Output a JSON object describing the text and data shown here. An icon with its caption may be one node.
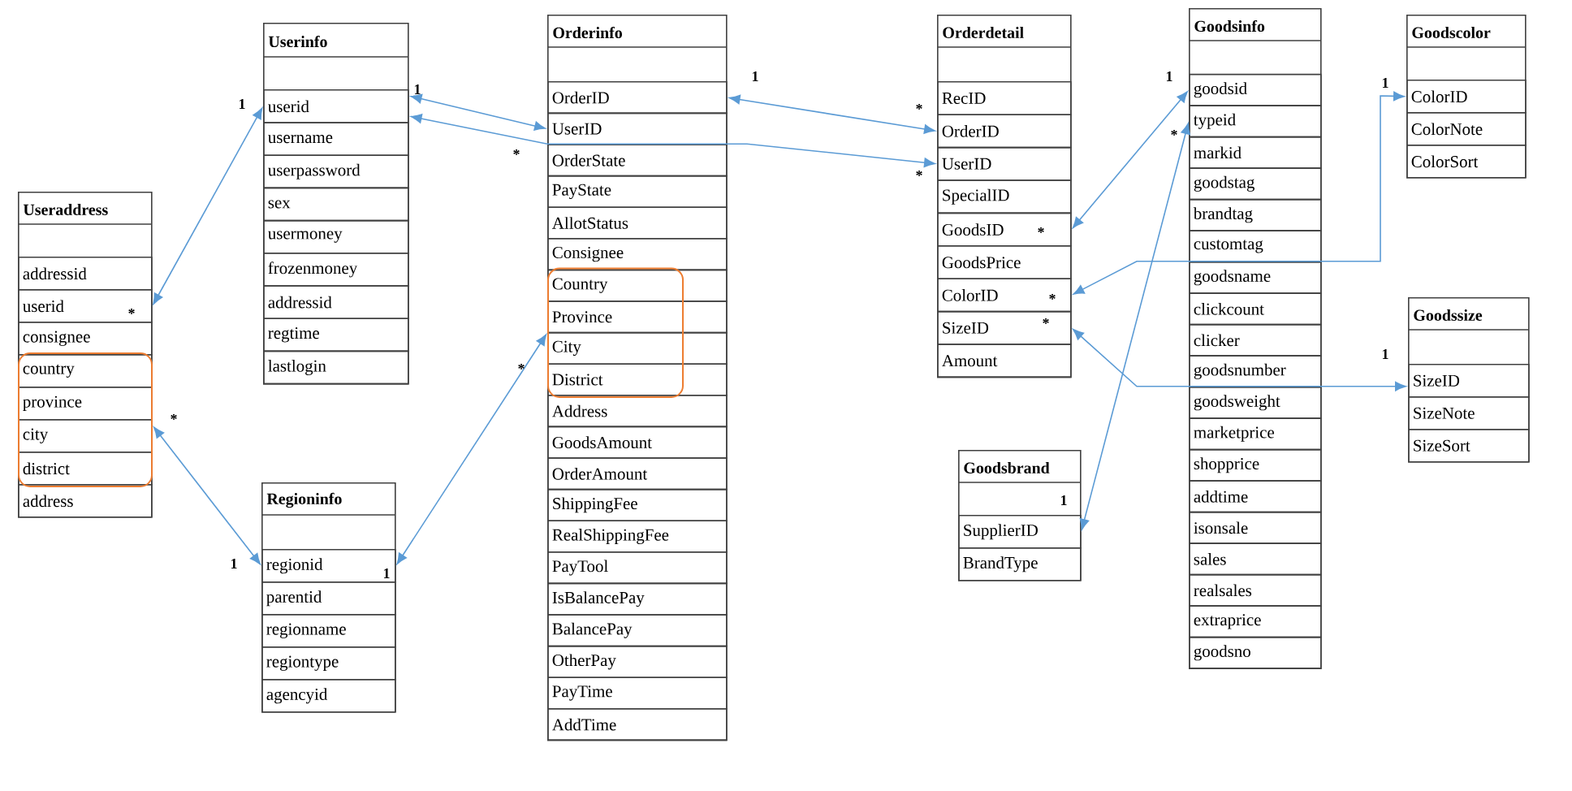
{
  "diagram": {
    "nodes": [
      {
        "text": [
          "Useraddress"
        ]
      },
      {
        "text": [
          "addressid"
        ],
        "in": 0
      },
      {
        "text": [
          "userid"
        ],
        "in": 0
      },
      {
        "text": [
          "consignee"
        ],
        "in": 0
      },
      {
        "text": [],
        "shape": "box",
        "in": 0
      },
      {
        "text": [
          "country"
        ],
        "in": 4
      },
      {
        "text": [
          "province"
        ],
        "in": 4
      },
      {
        "text": [
          "city"
        ],
        "in": 4
      },
      {
        "text": [
          "district"
        ],
        "in": 4
      },
      {
        "text": [
          "address"
        ],
        "in": 0
      },
      {
        "text": [
          "Userinfo"
        ]
      },
      {
        "text": [
          "userid"
        ],
        "in": 10
      },
      {
        "text": [
          "username"
        ],
        "in": 10
      },
      {
        "text": [
          "userpassword"
        ],
        "in": 10
      },
      {
        "text": [
          "sex"
        ],
        "in": 10
      },
      {
        "text": [
          "usermoney"
        ],
        "in": 10
      },
      {
        "text": [
          "frozenmoney"
        ],
        "in": 10
      },
      {
        "text": [
          "addressid"
        ],
        "in": 10
      },
      {
        "text": [
          "regtime"
        ],
        "in": 10
      },
      {
        "text": [
          "lastlogin"
        ],
        "in": 10
      },
      {
        "text": [
          "Regioninfo"
        ]
      },
      {
        "text": [
          "regionid"
        ],
        "in": 20
      },
      {
        "text": [
          "parentid"
        ],
        "in": 20
      },
      {
        "text": [
          "regionname"
        ],
        "in": 20
      },
      {
        "text": [
          "regiontype"
        ],
        "in": 20
      },
      {
        "text": [
          "agencyid"
        ],
        "in": 20
      },
      {
        "text": [
          "Orderinfo"
        ]
      },
      {
        "text": [
          "OrderID"
        ],
        "in": 26
      },
      {
        "text": [
          "UserID"
        ],
        "in": 26
      },
      {
        "text": [
          "OrderState"
        ],
        "in": 26
      },
      {
        "text": [
          "PayState"
        ],
        "in": 26
      },
      {
        "text": [
          "AllotStatus"
        ],
        "in": 26
      },
      {
        "text": [
          "Consignee"
        ],
        "in": 26
      },
      {
        "text": [],
        "shape": "box",
        "in": 26
      },
      {
        "text": [
          "Country"
        ],
        "in": 26
      },
      {
        "text": [
          "Province"
        ],
        "in": 26
      },
      {
        "text": [
          "City"
        ],
        "in": 26
      },
      {
        "text": [
          "District"
        ],
        "in": 26
      },
      {
        "text": [
          "Address"
        ],
        "in": 26
      },
      {
        "text": [
          "GoodsAmount"
        ],
        "in": 26
      },
      {
        "text": [
          "OrderAmount"
        ],
        "in": 26
      },
      {
        "text": [
          "ShippingFee"
        ],
        "in": 26
      },
      {
        "text": [
          "RealShippingFee"
        ],
        "in": 26
      },
      {
        "text": [
          "PayTool"
        ],
        "in": 26
      },
      {
        "text": [
          "IsBalancePay"
        ],
        "in": 26
      },
      {
        "text": [
          "BalancePay"
        ],
        "in": 26
      },
      {
        "text": [
          "OtherPay"
        ],
        "in": 26
      },
      {
        "text": [
          "PayTime"
        ],
        "in": 26
      },
      {
        "text": [
          "AddTime"
        ],
        "in": 26
      },
      {
        "text": [
          "Orderdetail"
        ]
      },
      {
        "text": [
          "RecID"
        ],
        "in": 49
      },
      {
        "text": [
          "OrderID"
        ],
        "in": 49
      },
      {
        "text": [
          "UserID"
        ],
        "in": 49
      },
      {
        "text": [
          "SpecialID"
        ],
        "in": 49
      },
      {
        "text": [
          "GoodsID"
        ],
        "in": 49
      },
      {
        "text": [
          "GoodsPrice"
        ],
        "in": 49
      },
      {
        "text": [
          "ColorID"
        ],
        "in": 49
      },
      {
        "text": [
          "SizeID"
        ],
        "in": 49
      },
      {
        "text": [
          "Amount"
        ],
        "in": 49
      },
      {
        "text": [
          "Goodsinfo"
        ]
      },
      {
        "text": [
          "goodsid"
        ],
        "in": 59
      },
      {
        "text": [
          "typeid"
        ],
        "in": 59
      },
      {
        "text": [
          "markid"
        ],
        "in": 59
      },
      {
        "text": [
          "goodstag"
        ],
        "in": 59
      },
      {
        "text": [
          "brandtag"
        ],
        "in": 59
      },
      {
        "text": [
          "customtag"
        ],
        "in": 59
      },
      {
        "text": [
          "goodsname"
        ],
        "in": 59
      },
      {
        "text": [
          "clickcount"
        ],
        "in": 59
      },
      {
        "text": [
          "clicker"
        ],
        "in": 59
      },
      {
        "text": [
          "goodsnumber"
        ],
        "in": 59
      },
      {
        "text": [
          "goodsweight"
        ],
        "in": 59
      },
      {
        "text": [
          "marketprice"
        ],
        "in": 59
      },
      {
        "text": [
          "shopprice"
        ],
        "in": 59
      },
      {
        "text": [
          "addtime"
        ],
        "in": 59
      },
      {
        "text": [
          "isonsale"
        ],
        "in": 59
      },
      {
        "text": [
          "sales"
        ],
        "in": 59
      },
      {
        "text": [
          "realsales"
        ],
        "in": 59
      },
      {
        "text": [
          "extraprice"
        ],
        "in": 59
      },
      {
        "text": [
          "goodsno"
        ],
        "in": 59
      },
      {
        "text": [
          "Goodscolor"
        ]
      },
      {
        "text": [
          "ColorID"
        ],
        "in": 79
      },
      {
        "text": [
          "ColorNote"
        ],
        "in": 79
      },
      {
        "text": [
          "ColorSort"
        ],
        "in": 79
      },
      {
        "text": [
          "Goodssize"
        ]
      },
      {
        "text": [
          "SizeID"
        ],
        "in": 83
      },
      {
        "text": [
          "SizeNote"
        ],
        "in": 83
      },
      {
        "text": [
          "SizeSort"
        ],
        "in": 83
      },
      {
        "text": [
          "Goodsbrand"
        ]
      },
      {
        "text": [
          "SupplierID"
        ],
        "in": 87
      },
      {
        "text": [
          "BrandType"
        ],
        "in": 87
      }
    ],
    "edges": [
      {
        "from": 2,
        "to": 11,
        "arrow": "both"
      },
      {
        "from": 11,
        "to": 28,
        "arrow": "both"
      },
      {
        "from": 11,
        "to": 52,
        "arrow": "both"
      },
      {
        "from": 4,
        "to": 21,
        "arrow": "both"
      },
      {
        "from": 21,
        "to": 33,
        "arrow": "both"
      },
      {
        "from": 27,
        "to": 51,
        "arrow": "both"
      },
      {
        "from": 54,
        "to": 60,
        "arrow": "both"
      },
      {
        "from": 56,
        "to": 80,
        "arrow": "both"
      },
      {
        "from": 57,
        "to": 84,
        "arrow": "both"
      },
      {
        "from": 88,
        "to": 61,
        "arrow": "both"
      }
    ],
    "labels": [
      "1",
      "*",
      "1",
      "*",
      "*",
      "1",
      "1",
      "*",
      "1",
      "*",
      "*",
      "*",
      "1",
      "*",
      "1",
      "1",
      "*",
      "*",
      "1"
    ]
  }
}
